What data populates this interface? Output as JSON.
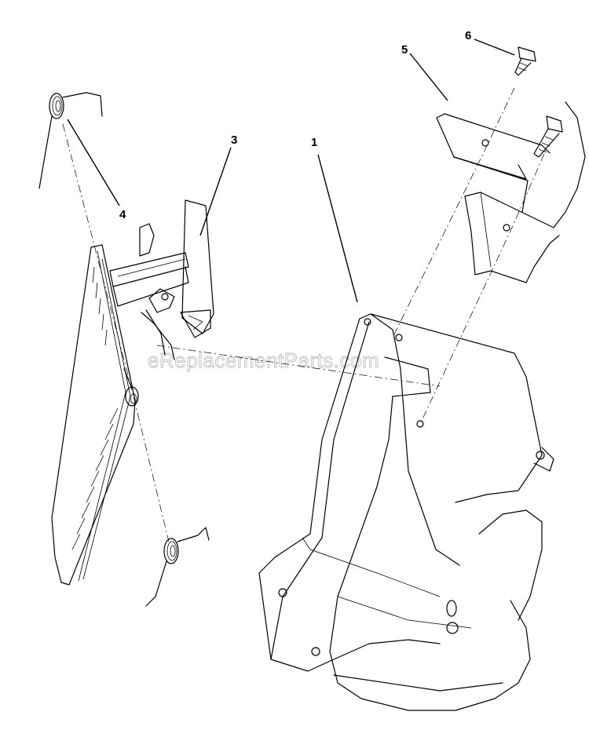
{
  "callouts": [
    "1",
    "3",
    "4",
    "5",
    "6"
  ],
  "watermark": "eReplacementParts.com"
}
